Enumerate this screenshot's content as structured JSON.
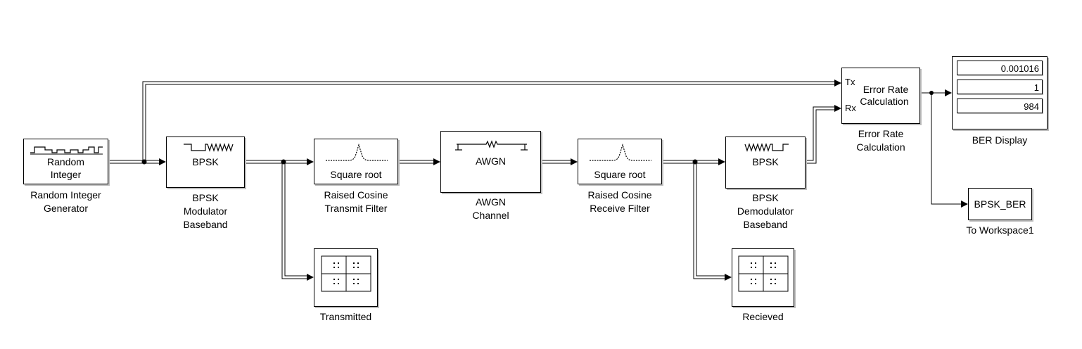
{
  "blocks": {
    "random_integer": {
      "label_line1": "Random",
      "label_line2": "Integer",
      "caption_line1": "Random Integer",
      "caption_line2": "Generator"
    },
    "bpsk_mod": {
      "label": "BPSK",
      "caption_line1": "BPSK",
      "caption_line2": "Modulator",
      "caption_line3": "Baseband"
    },
    "tx_filter": {
      "label": "Square root",
      "caption_line1": "Raised Cosine",
      "caption_line2": "Transmit Filter"
    },
    "awgn": {
      "label": "AWGN",
      "caption_line1": "AWGN",
      "caption_line2": "Channel"
    },
    "rx_filter": {
      "label": "Square root",
      "caption_line1": "Raised Cosine",
      "caption_line2": "Receive Filter"
    },
    "bpsk_demod": {
      "label": "BPSK",
      "caption_line1": "BPSK",
      "caption_line2": "Demodulator",
      "caption_line3": "Baseband"
    },
    "error_rate": {
      "label_line1": "Error Rate",
      "label_line2": "Calculation",
      "port_tx": "Tx",
      "port_rx": "Rx",
      "caption_line1": "Error Rate",
      "caption_line2": "Calculation"
    },
    "ber_display": {
      "values": [
        "0.001016",
        "1",
        "984"
      ],
      "caption": "BER Display"
    },
    "to_workspace": {
      "label": "BPSK_BER",
      "caption": "To Workspace1"
    },
    "scope_tx": {
      "caption": "Transmitted"
    },
    "scope_rx": {
      "caption": "Recieved"
    }
  },
  "colors": {
    "line": "#000000",
    "shadow": "#bdbdbd",
    "background": "#ffffff"
  }
}
